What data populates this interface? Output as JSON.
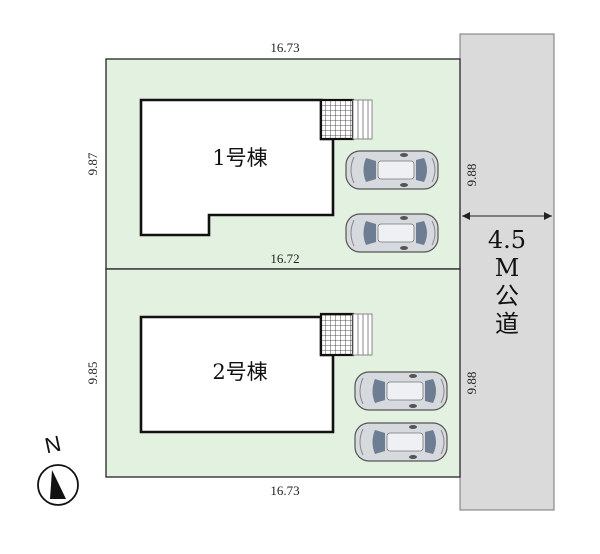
{
  "lot1": {
    "building_label": "1号棟",
    "dim_top": "16.73",
    "dim_left": "9.87",
    "dim_right": "9.88",
    "dim_bottom": "16.72"
  },
  "lot2": {
    "building_label": "2号棟",
    "dim_left": "9.85",
    "dim_right": "9.88",
    "dim_bottom": "16.73"
  },
  "road": {
    "width_label": "4.5",
    "unit_label": "M",
    "name_chars": [
      "公",
      "道"
    ]
  },
  "compass": {
    "label": "N"
  },
  "colors": {
    "lot_fill": "#e3f1e0",
    "road_fill": "#dadada",
    "building_fill": "#ffffff",
    "car_body": "#d6d9de",
    "car_glass": "#6d7e92"
  },
  "parking": {
    "cars_per_lot": 2
  }
}
